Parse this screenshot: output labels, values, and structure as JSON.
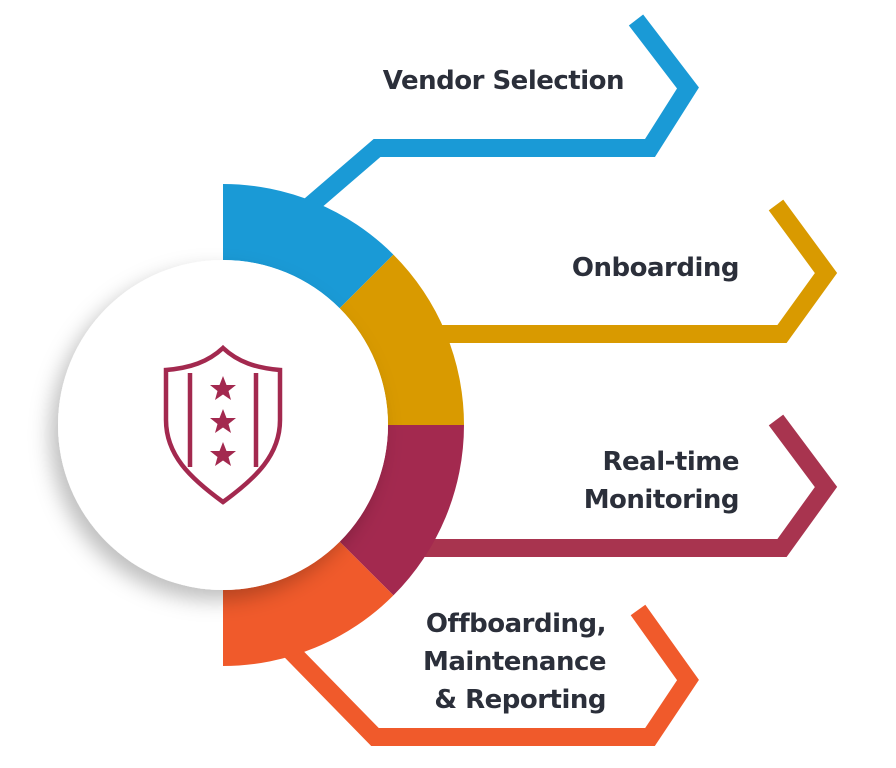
{
  "colors": {
    "vendor": "#1a9ad6",
    "onboarding": "#d99a00",
    "monitoring": "#a3294f",
    "offboarding": "#f05a2b",
    "text": "#2b2f3a",
    "icon": "#a3294f"
  },
  "center_icon": "shield-stars-icon",
  "steps": [
    {
      "label": "Vendor Selection"
    },
    {
      "label": "Onboarding"
    },
    {
      "label_line1": "Real-time",
      "label_line2": "Monitoring"
    },
    {
      "label_line1": "Offboarding,",
      "label_line2": "Maintenance",
      "label_line3": "& Reporting"
    }
  ]
}
